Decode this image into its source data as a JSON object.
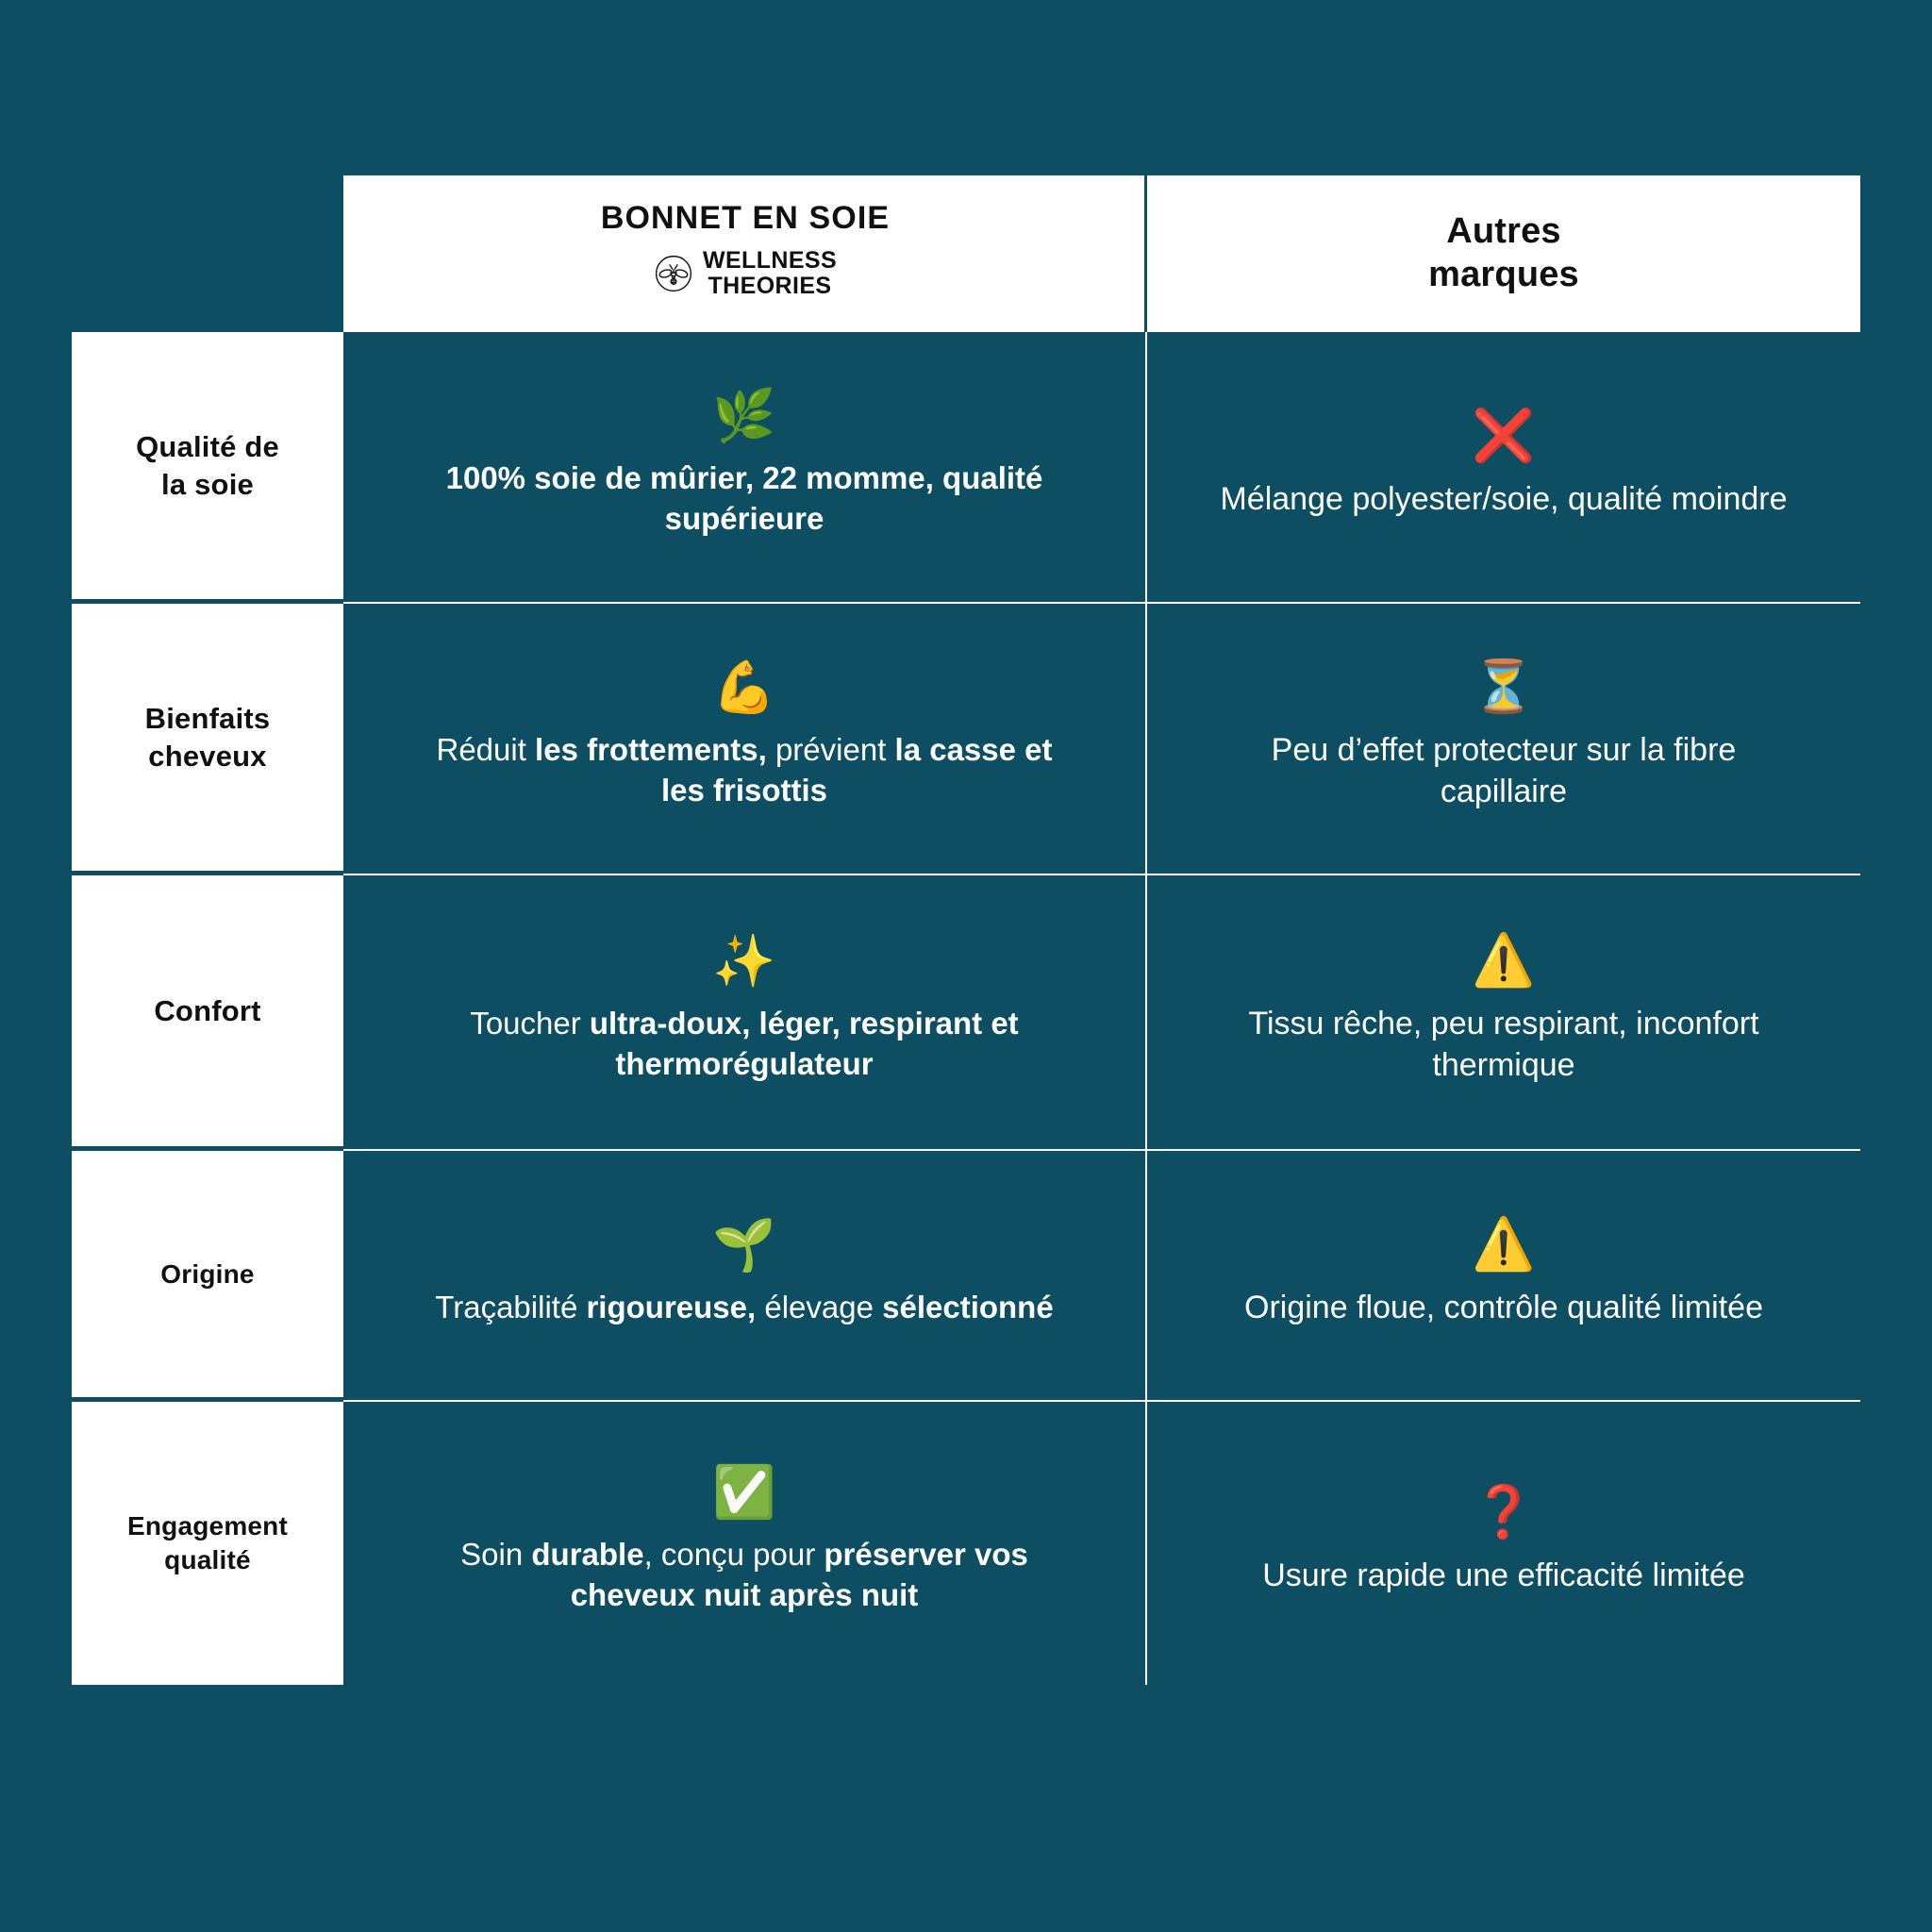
{
  "theme": {
    "background": "#0d4e63",
    "panel": "#ffffff",
    "text_on_dark": "#ffffff",
    "text_on_light": "#111111",
    "negative": "#e8192c",
    "warning": "#ffc400",
    "positive": "#2ecc40"
  },
  "header": {
    "brand_column": {
      "title": "BONNET EN SOIE",
      "logo_icon": "bee-circle-icon",
      "wordmark_line1": "WELLNESS",
      "wordmark_line2": "THEORIES"
    },
    "other_column": {
      "line1": "Autres",
      "line2": "marques"
    }
  },
  "rows": [
    {
      "label": "Qualité de\nla soie",
      "label_line1": "Qualité de",
      "label_line2": "la soie",
      "brand": {
        "icon": "herb-icon",
        "icon_glyph": "🌿",
        "text": "100% soie de mûrier, 22 momme, qualité supérieure",
        "bold_all": true
      },
      "other": {
        "icon": "red-cross-icon",
        "icon_glyph": "❌",
        "text": "Mélange polyester/soie, qualité moindre"
      }
    },
    {
      "label_line1": "Bienfaits",
      "label_line2": "cheveux",
      "brand": {
        "icon": "flexed-biceps-icon",
        "icon_glyph": "💪",
        "text": "Réduit les frottements, prévient la casse et les frisottis",
        "segments": [
          {
            "t": "Réduit ",
            "bold": false
          },
          {
            "t": "les frottements,",
            "bold": true
          },
          {
            "t": " prévient ",
            "bold": false
          },
          {
            "t": "la casse et les frisottis",
            "bold": true
          }
        ]
      },
      "other": {
        "icon": "hourglass-icon",
        "icon_glyph": "⏳",
        "text": "Peu d’effet protecteur sur la fibre capillaire"
      }
    },
    {
      "label_line1": "Confort",
      "label_line2": "",
      "brand": {
        "icon": "sparkles-icon",
        "icon_glyph": "✨",
        "text": "Toucher ultra-doux, léger, respirant et thermorégulateur",
        "segments": [
          {
            "t": "Toucher ",
            "bold": false
          },
          {
            "t": "ultra-doux, léger, respirant et thermorégulateur",
            "bold": true
          }
        ]
      },
      "other": {
        "icon": "warning-icon",
        "icon_glyph": "⚠️",
        "text": "Tissu rêche, peu respirant, inconfort thermique"
      }
    },
    {
      "label_line1": "Origine",
      "label_line2": "",
      "brand": {
        "icon": "seedling-icon",
        "icon_glyph": "🌱",
        "text": "Traçabilité rigoureuse, élevage sélectionné",
        "segments": [
          {
            "t": "Traçabilité ",
            "bold": false
          },
          {
            "t": "rigoureuse,",
            "bold": true
          },
          {
            "t": " élevage ",
            "bold": false
          },
          {
            "t": "sélectionné",
            "bold": true
          }
        ]
      },
      "other": {
        "icon": "warning-icon",
        "icon_glyph": "⚠️",
        "text": "Origine floue, contrôle qualité limitée"
      }
    },
    {
      "label_line1": "Engagement",
      "label_line2": "qualité",
      "brand": {
        "icon": "check-mark-button-icon",
        "icon_glyph": "✅",
        "text": "Soin durable, conçu pour préserver vos cheveux nuit après nuit",
        "segments": [
          {
            "t": "Soin ",
            "bold": false
          },
          {
            "t": "durable",
            "bold": true
          },
          {
            "t": ", conçu pour ",
            "bold": false
          },
          {
            "t": "préserver vos cheveux nuit après nuit",
            "bold": true
          }
        ]
      },
      "other": {
        "icon": "red-question-mark-icon",
        "icon_glyph": "❓",
        "text": "Usure rapide une efficacité limitée"
      }
    }
  ]
}
